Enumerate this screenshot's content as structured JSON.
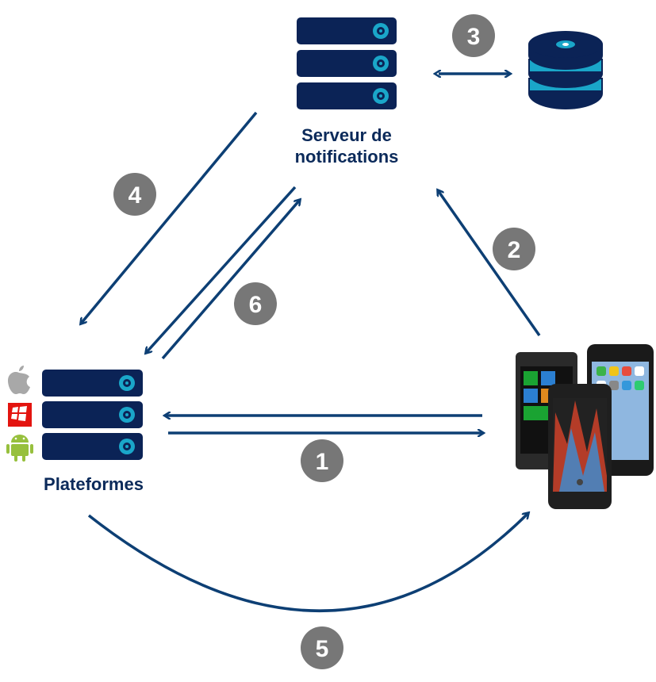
{
  "server": {
    "label_line1": "Serveur de",
    "label_line2": "notifications"
  },
  "platforms": {
    "label": "Plateformes",
    "logos": [
      "apple-icon",
      "windows-icon",
      "android-icon"
    ]
  },
  "steps": [
    "1",
    "2",
    "3",
    "4",
    "5",
    "6"
  ],
  "colors": {
    "server_dark": "#0b2356",
    "accent": "#1aa6c9",
    "arrow": "#0d3f74",
    "badge": "#777777",
    "label": "#0b2a5a"
  }
}
